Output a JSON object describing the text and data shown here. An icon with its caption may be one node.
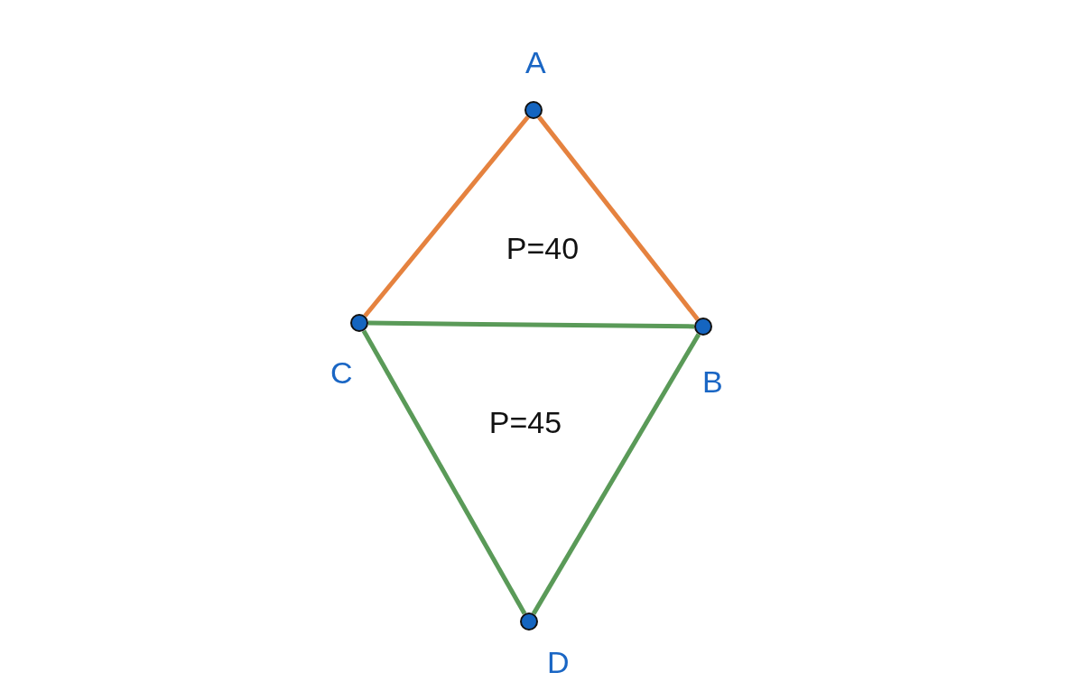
{
  "diagram": {
    "nodes": [
      {
        "text": [
          "A"
        ]
      },
      {
        "text": [
          "C"
        ]
      },
      {
        "text": [
          "B"
        ]
      },
      {
        "text": [
          "D"
        ]
      }
    ],
    "edges": [
      {
        "from": 0,
        "to": 1,
        "arrow": "none",
        "color": "#e5823f"
      },
      {
        "from": 0,
        "to": 2,
        "arrow": "none",
        "color": "#e5823f"
      },
      {
        "from": 1,
        "to": 2,
        "arrow": "none"
      },
      {
        "from": 1,
        "to": 3,
        "arrow": "none"
      },
      {
        "from": 2,
        "to": 3,
        "arrow": "none"
      }
    ],
    "labels": [
      "P=40",
      "P=45"
    ]
  }
}
